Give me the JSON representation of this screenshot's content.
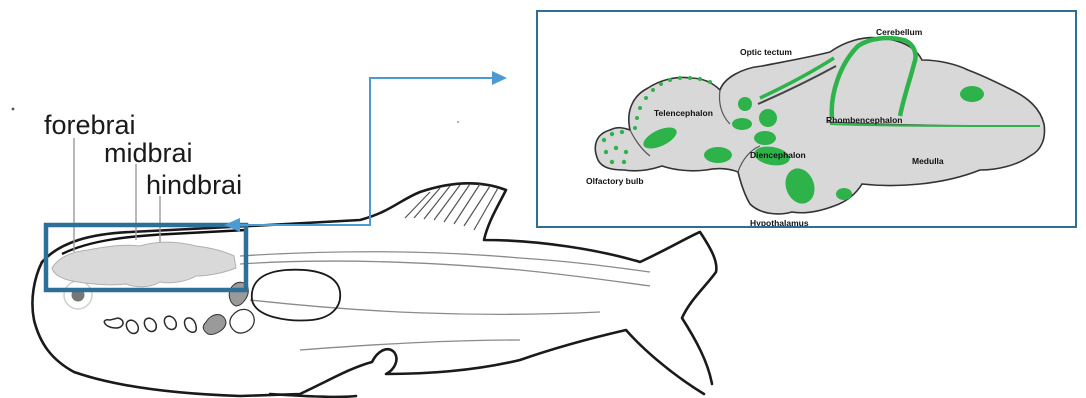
{
  "colors": {
    "accent_blue": "#2e6f98",
    "arrow_blue": "#4b9bd2",
    "brain_gray": "#d9d9d9",
    "stain_green": "#2db34a",
    "outline": "#1a1a1a"
  },
  "fish_labels": {
    "forebrain": "forebrai",
    "midbrain": "midbrai",
    "hindbrain": "hindbrai"
  },
  "inset_labels": {
    "cerebellum": "Cerebellum",
    "optic_tectum": "Optic tectum",
    "telencephalon": "Telencephalon",
    "rhombencephalon": "Rhombencephalon",
    "diencephalon": "Diencephalon",
    "medulla": "Medulla",
    "olfactory_bulb": "Olfactory bulb",
    "hypothalamus": "Hypothalamus"
  }
}
